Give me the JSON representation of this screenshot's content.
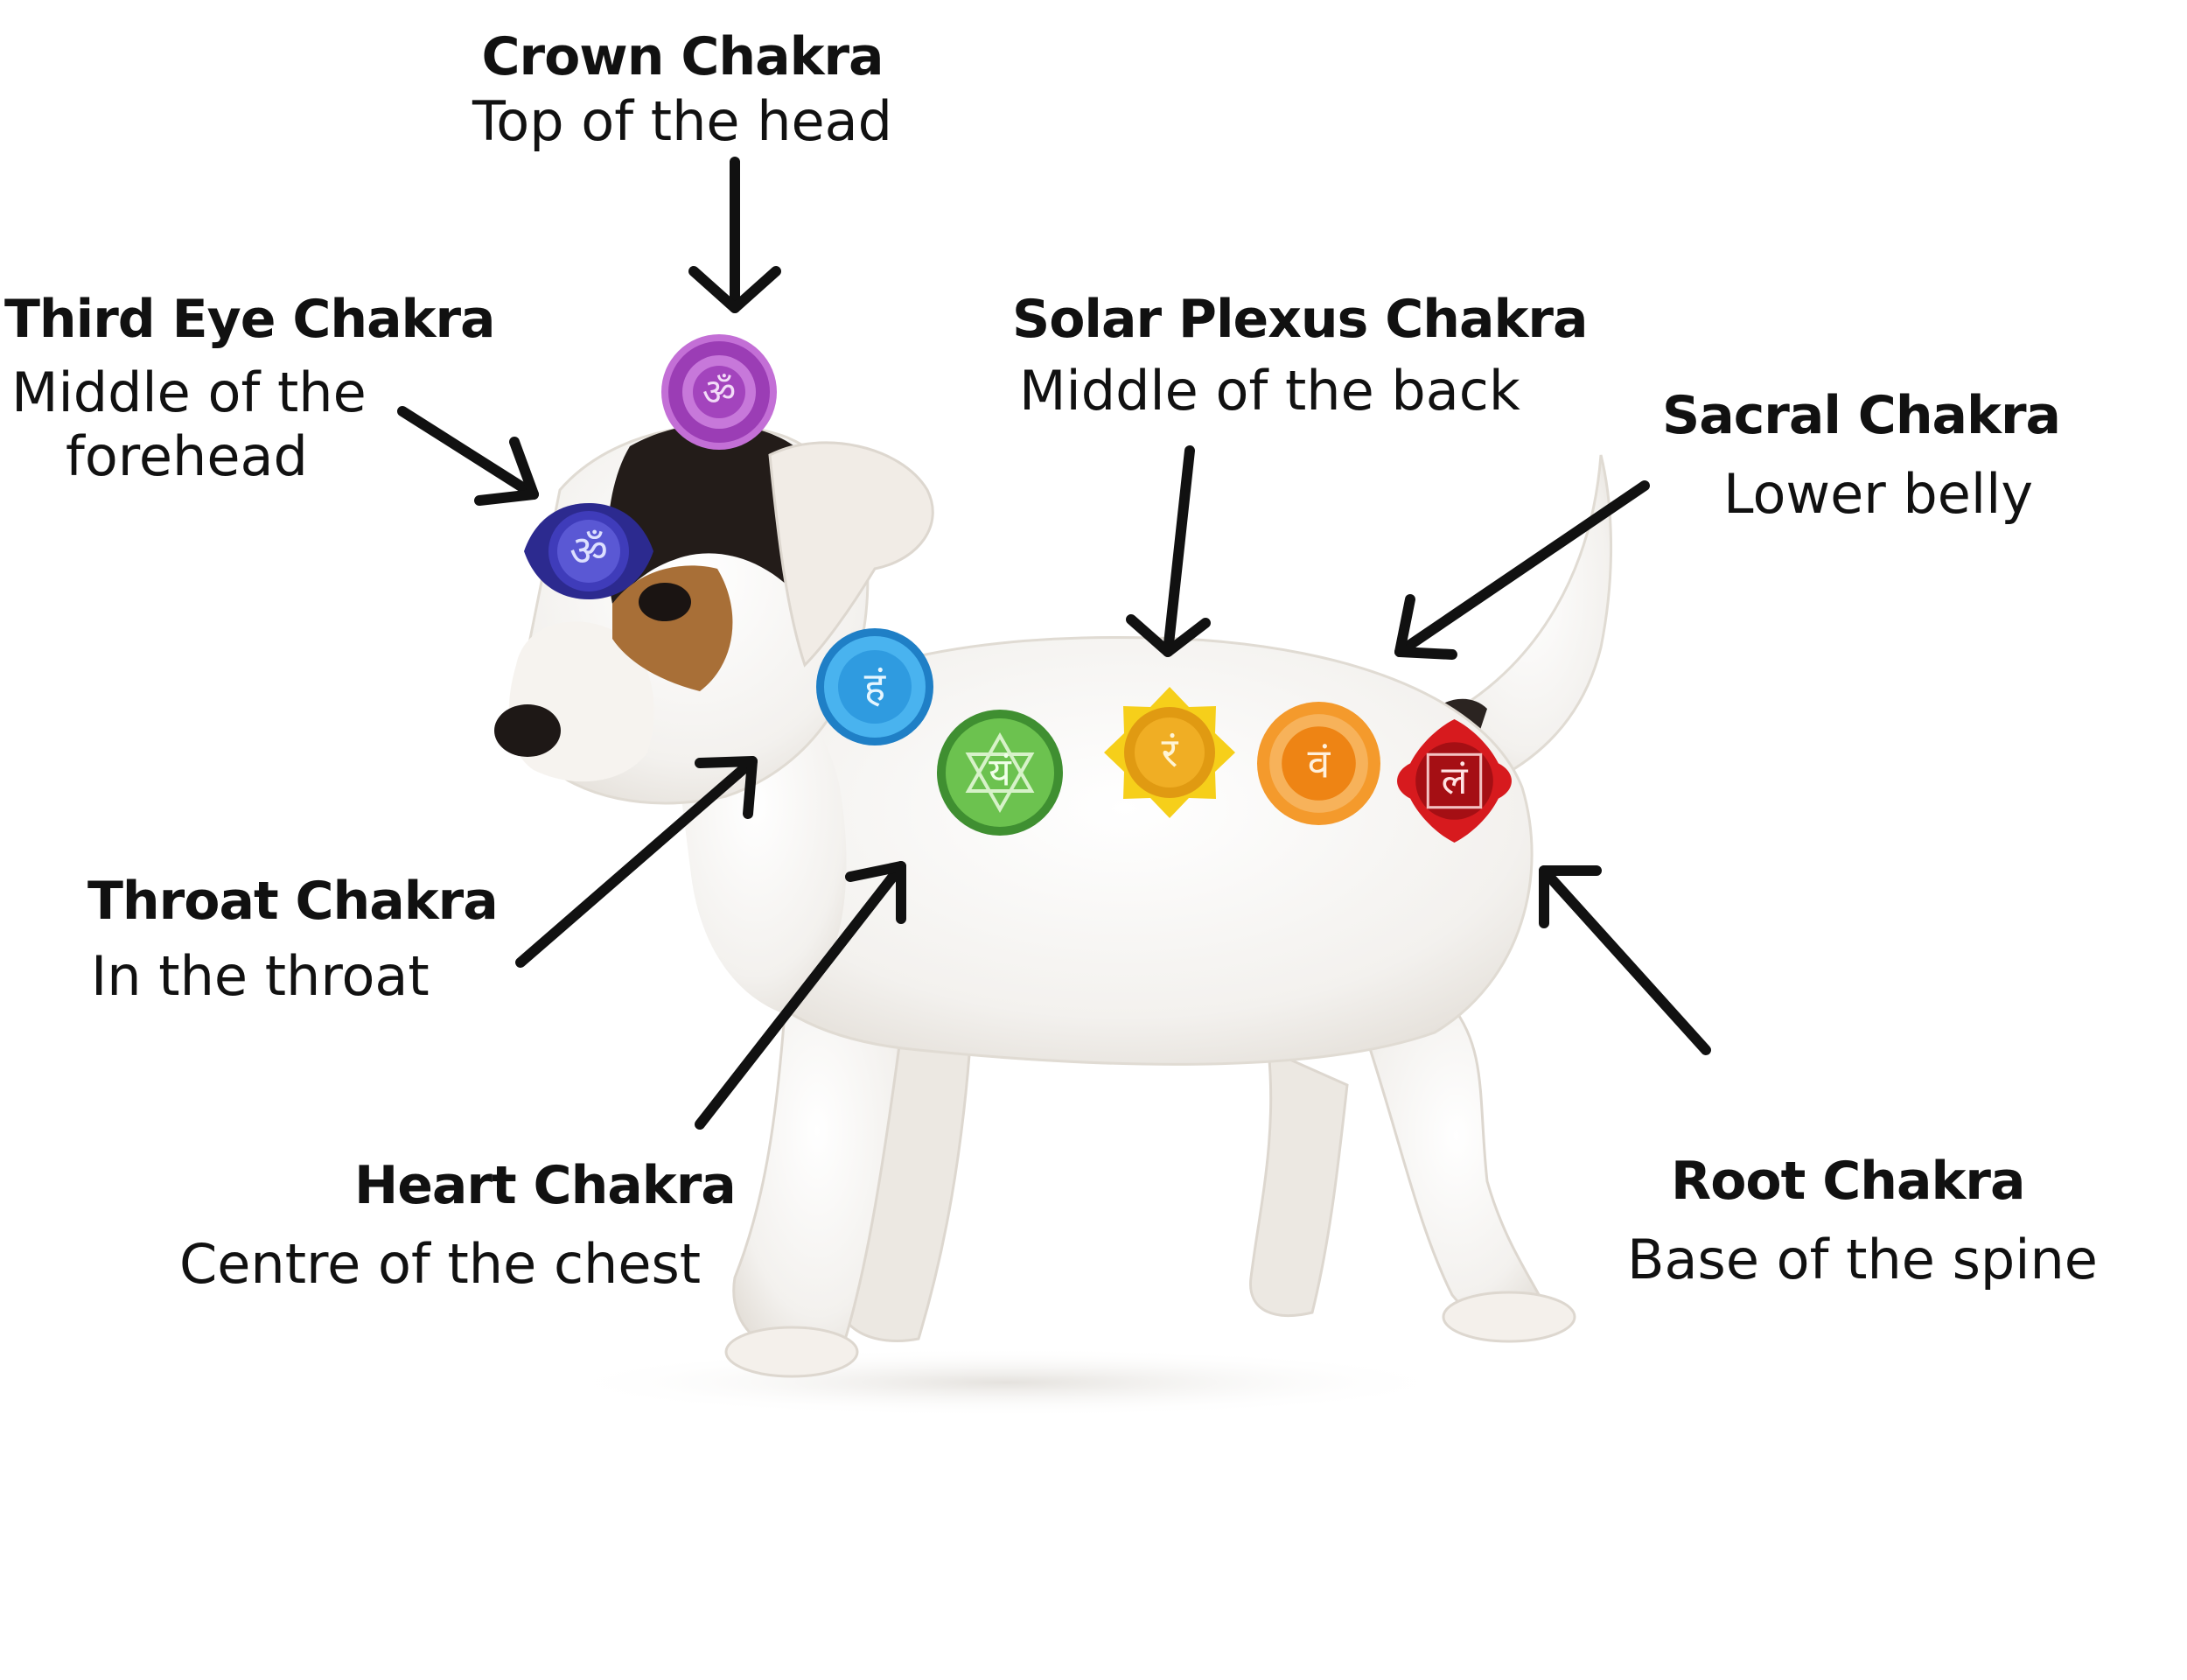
{
  "labels": {
    "crown": {
      "title": "Crown Chakra",
      "location": "Top of the head"
    },
    "third_eye": {
      "title": "Third Eye Chakra",
      "location_line1": "Middle of the",
      "location_line2": "forehead"
    },
    "solar_plexus": {
      "title": "Solar Plexus Chakra",
      "location": "Middle of the back"
    },
    "sacral": {
      "title": "Sacral Chakra",
      "location": "Lower belly"
    },
    "throat": {
      "title": "Throat Chakra",
      "location": "In the throat"
    },
    "heart": {
      "title": "Heart Chakra",
      "location": "Centre of the chest"
    },
    "root": {
      "title": "Root Chakra",
      "location": "Base of the spine"
    }
  },
  "chakra_symbols": {
    "crown": {
      "glyph": "ॐ",
      "color": "#9b3db5",
      "icon": "crown-chakra-icon"
    },
    "third_eye": {
      "glyph": "ॐ",
      "color": "#3a34a8",
      "icon": "third-eye-chakra-icon"
    },
    "throat": {
      "glyph": "हं",
      "color": "#2f9be0",
      "icon": "throat-chakra-icon"
    },
    "heart": {
      "glyph": "यं",
      "color": "#4aa83a",
      "icon": "heart-chakra-icon"
    },
    "solar_plexus": {
      "glyph": "रं",
      "color": "#e6a514",
      "icon": "solar-plexus-chakra-icon"
    },
    "sacral": {
      "glyph": "वं",
      "color": "#f08a1e",
      "icon": "sacral-chakra-icon"
    },
    "root": {
      "glyph": "लं",
      "color": "#c8151b",
      "icon": "root-chakra-icon"
    }
  }
}
